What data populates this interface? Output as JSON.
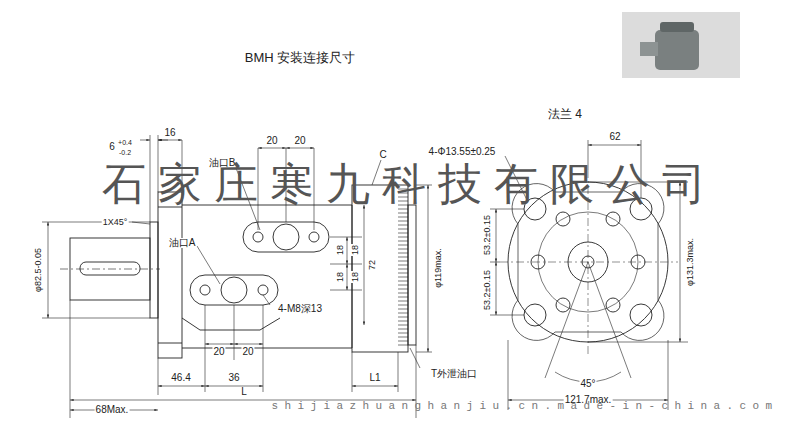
{
  "diagram": {
    "title": "BMH 安装连接尺寸",
    "labels": [
      "法兰 4",
      "6",
      "+0.4",
      "-0.2",
      "16",
      "1X45°",
      "油口B",
      "20",
      "20",
      "C",
      "石家庄寒九科技有限公司",
      "4-Φ13.55±0.25",
      "62",
      "53.2±0.15",
      "53.2±0.15",
      "φ131.3max.",
      "φ82.5-0.05",
      "油口A",
      "18",
      "18",
      "18",
      "18",
      "72",
      "4-M8深13",
      "φ119max.",
      "20",
      "20",
      "46.4",
      "36",
      "L1",
      "T外泄油口",
      "45°",
      "68Max.",
      "L",
      "121.7max.",
      "shijiazhuanghanjiu.cn.made-in-china.com"
    ]
  }
}
